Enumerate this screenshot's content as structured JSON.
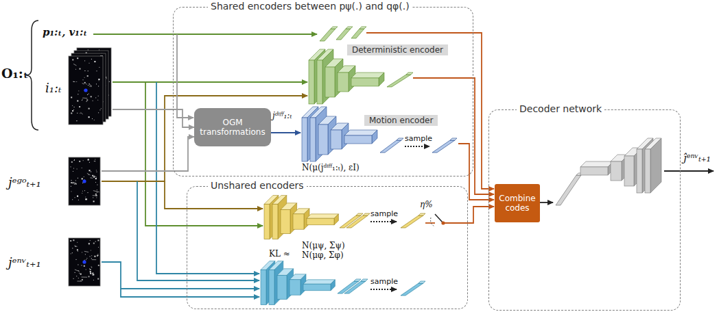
{
  "diagram": {
    "nodes": [
      {
        "text": [
          "Shared encoders between pψ(.) and qφ(.)"
        ]
      },
      {
        "text": [
          "Deterministic encoder"
        ],
        "in": 0
      },
      {
        "text": [
          "OGM transformations"
        ],
        "in": 0
      },
      {
        "text": [
          "Motion encoder"
        ],
        "in": 0
      },
      {
        "text": [
          "Unshared encoders"
        ]
      },
      {
        "text": [
          "Decoder network"
        ]
      },
      {
        "text": [
          "Combine codes"
        ],
        "in": 5
      },
      {
        "text": [
          "i₁:ₜ"
        ]
      },
      {
        "text": [
          "jᵉᵍᵒₜ₊₁"
        ]
      },
      {
        "text": [
          "jᵉⁿᵛₜ₊₁"
        ]
      }
    ],
    "edges": [
      {
        "from": 7,
        "to": 2,
        "arrow": "to"
      },
      {
        "from": 8,
        "to": 2,
        "arrow": "to"
      }
    ],
    "labels": [
      "O₁:ₜ",
      "p₁:ₜ, v₁:ₜ",
      "jᵈⁱᶠᶠ₁:ₜ",
      "N(μ(jᵈⁱᶠᶠ₁:ₜ), εI)",
      "sample",
      "sample",
      "sample",
      "N(μψ, Σψ)",
      "KL ≈",
      "N(μφ, Σφ)",
      "η%",
      "ĵᵉⁿᵛₜ₊₁"
    ]
  }
}
